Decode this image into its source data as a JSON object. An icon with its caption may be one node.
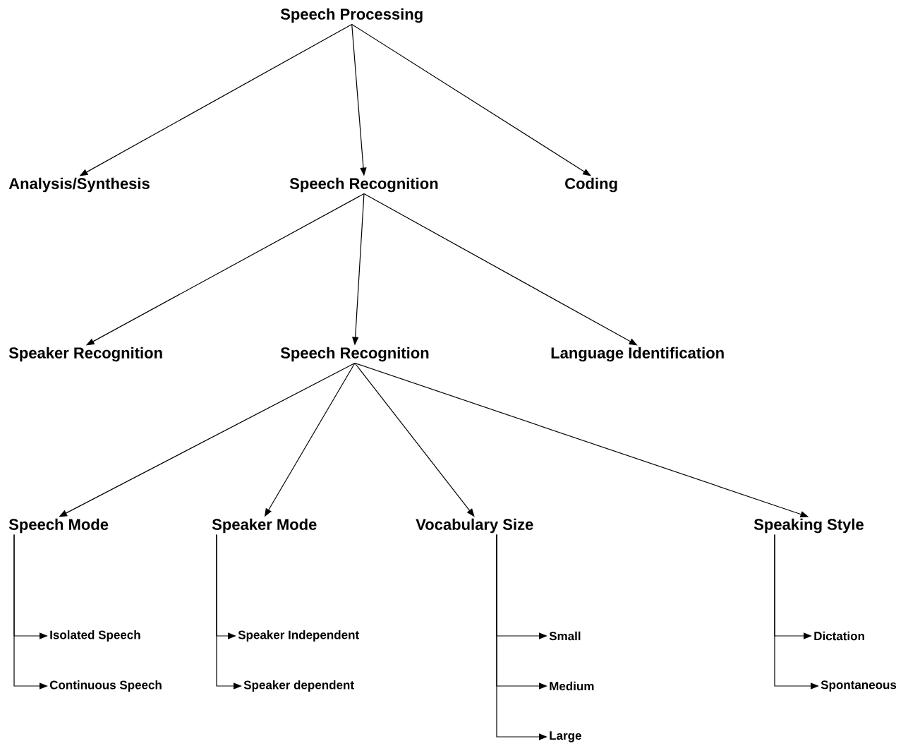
{
  "diagram": {
    "nodes": [
      {
        "text": [
          "Speech Processing"
        ]
      },
      {
        "text": [
          "Analysis/Synthesis"
        ]
      },
      {
        "text": [
          "Speech Recognition"
        ]
      },
      {
        "text": [
          "Coding"
        ]
      },
      {
        "text": [
          "Speaker Recognition"
        ]
      },
      {
        "text": [
          "Speech Recognition"
        ]
      },
      {
        "text": [
          "Language Identification"
        ]
      },
      {
        "text": [
          "Speech Mode"
        ]
      },
      {
        "text": [
          "Speaker Mode"
        ]
      },
      {
        "text": [
          "Vocabulary Size"
        ]
      },
      {
        "text": [
          "Speaking Style"
        ]
      },
      {
        "text": [
          "Isolated Speech"
        ]
      },
      {
        "text": [
          "Continuous Speech"
        ]
      },
      {
        "text": [
          "Speaker Independent"
        ]
      },
      {
        "text": [
          "Speaker dependent"
        ]
      },
      {
        "text": [
          "Small"
        ]
      },
      {
        "text": [
          "Medium"
        ]
      },
      {
        "text": [
          "Large"
        ]
      },
      {
        "text": [
          "Dictation"
        ]
      },
      {
        "text": [
          "Spontaneous"
        ]
      }
    ],
    "edges": [
      {
        "from": 0,
        "to": 1,
        "arrow": "to"
      },
      {
        "from": 0,
        "to": 2,
        "arrow": "to"
      },
      {
        "from": 0,
        "to": 3,
        "arrow": "to"
      },
      {
        "from": 2,
        "to": 4,
        "arrow": "to"
      },
      {
        "from": 2,
        "to": 5,
        "arrow": "to"
      },
      {
        "from": 2,
        "to": 6,
        "arrow": "to"
      },
      {
        "from": 5,
        "to": 7,
        "arrow": "to"
      },
      {
        "from": 5,
        "to": 8,
        "arrow": "to"
      },
      {
        "from": 5,
        "to": 9,
        "arrow": "to"
      },
      {
        "from": 5,
        "to": 10,
        "arrow": "to"
      },
      {
        "from": 7,
        "to": 11,
        "arrow": "to"
      },
      {
        "from": 7,
        "to": 12,
        "arrow": "to"
      },
      {
        "from": 8,
        "to": 13,
        "arrow": "to"
      },
      {
        "from": 8,
        "to": 14,
        "arrow": "to"
      },
      {
        "from": 9,
        "to": 15,
        "arrow": "to"
      },
      {
        "from": 9,
        "to": 16,
        "arrow": "to"
      },
      {
        "from": 9,
        "to": 17,
        "arrow": "to"
      },
      {
        "from": 10,
        "to": 18,
        "arrow": "to"
      },
      {
        "from": 10,
        "to": 19,
        "arrow": "to"
      }
    ]
  }
}
